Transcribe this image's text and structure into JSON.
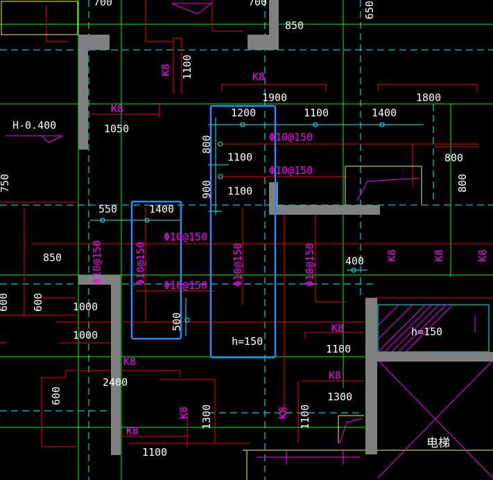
{
  "drawing": {
    "background": "#000000",
    "colors": {
      "wall_fill": "#808080",
      "rebar_line": "#ff0000",
      "dim_line": "#00ffff",
      "grid_line": "#00ff00",
      "axis_dash": "#00ffff",
      "magenta_text": "#ff00ff",
      "white_text": "#ffffff",
      "selection": "#2a8cff",
      "yellow": "#ffff00"
    },
    "labels": {
      "t700a": "700",
      "t700b": "700",
      "t650": "650",
      "t850top": "850",
      "k8a": "K8",
      "t1100a": "1100",
      "k8b": "K8",
      "t1900": "1900",
      "t1800": "1800",
      "k8c": "K8",
      "t1050": "1050",
      "h0400": "H-0.400",
      "t1200": "1200",
      "t1100b": "1100",
      "t1400a": "1400",
      "p10a": "Φ10@150",
      "t800left": "800",
      "t1100c": "1100",
      "p10b": "Φ10@150",
      "t900": "900",
      "t1100d": "1100",
      "t800r": "800",
      "t800r2": "800",
      "t750": "750",
      "t550": "550",
      "t1400b": "1400",
      "p10c": "Φ10@150",
      "t850left": "850",
      "p10v1": "Φ10@150",
      "p10v2": "Φ10@150",
      "p10v3": "Φ10@150",
      "p10v4": "Φ10@150",
      "t400": "400",
      "k8d": "K8",
      "k8e": "K8",
      "k8f": "K8",
      "p10d": "Φ10@150",
      "t600a": "600",
      "t1000a": "1000",
      "t1000b": "1000",
      "t600edge": "600",
      "t500": "500",
      "h150a": "h=150",
      "k8g": "K8",
      "t1100e": "1100",
      "h150b": "h=150",
      "k8h": "K8",
      "t2400": "2400",
      "k8i": "K8",
      "t1300": "1300",
      "t600b": "600",
      "k8j": "K8",
      "t1300v": "1300",
      "k8k": "K8",
      "t1100f": "1100",
      "k8l": "K8",
      "t1100g": "1100",
      "elevator": "电梯"
    }
  }
}
